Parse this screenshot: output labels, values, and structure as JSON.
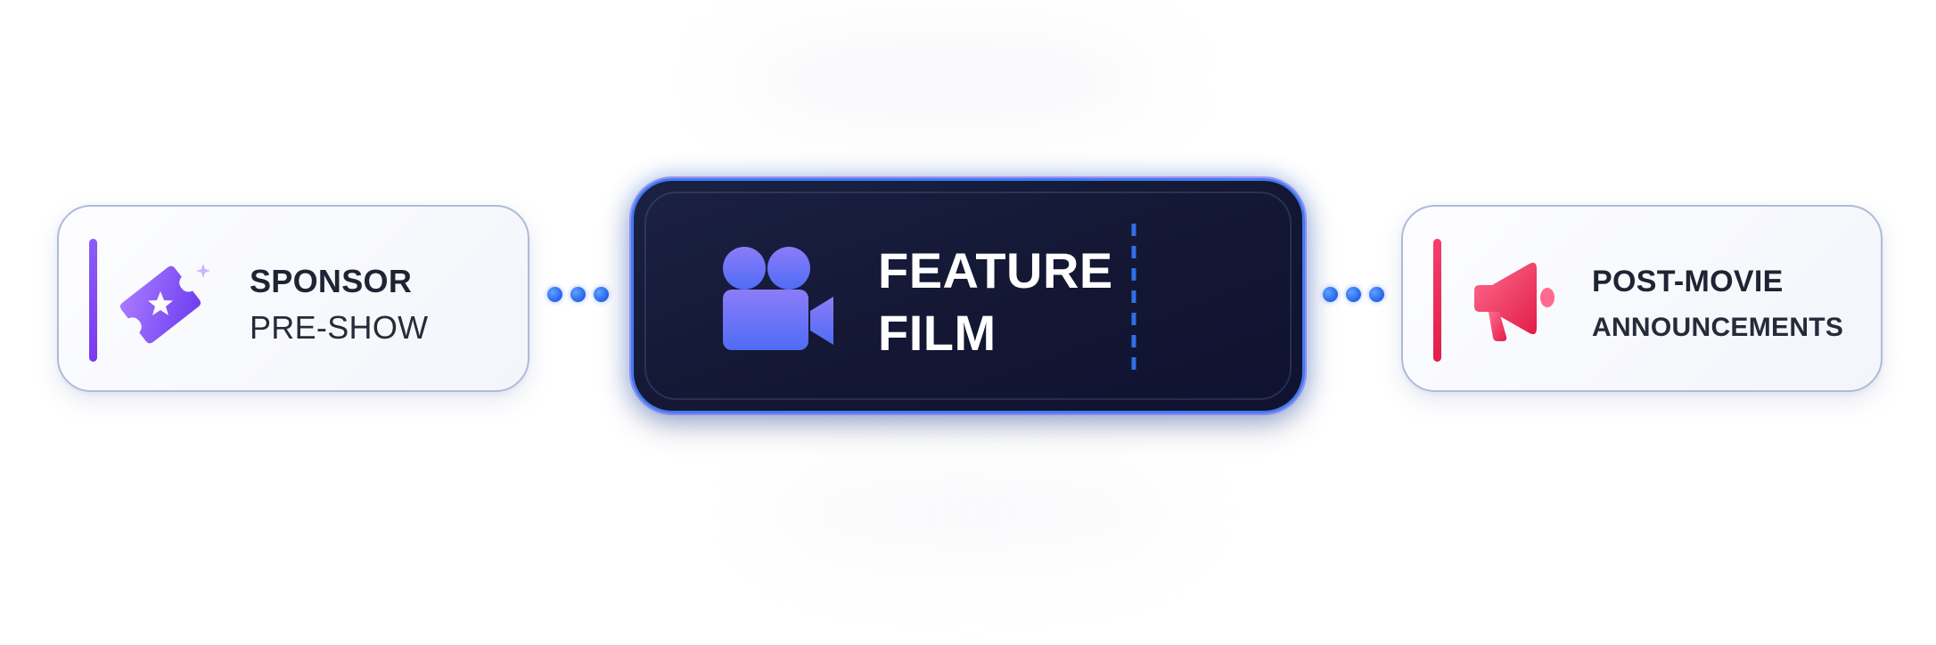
{
  "cards": {
    "left": {
      "line1": "SPONSOR",
      "line2": "PRE-SHOW",
      "icon": "ticket-star-icon",
      "accent": "#8b5cf6"
    },
    "center": {
      "line1": "FEATURE",
      "line2": "FILM",
      "icon": "video-camera-icon",
      "accent": "#3f7cf2"
    },
    "right": {
      "line1": "POST-MOVIE",
      "line2": "ANNOUNCEMENTS",
      "icon": "megaphone-icon",
      "accent": "#f43f6b"
    }
  },
  "connectors": {
    "icon": "three-dots-connector",
    "color": "#2563eb"
  }
}
